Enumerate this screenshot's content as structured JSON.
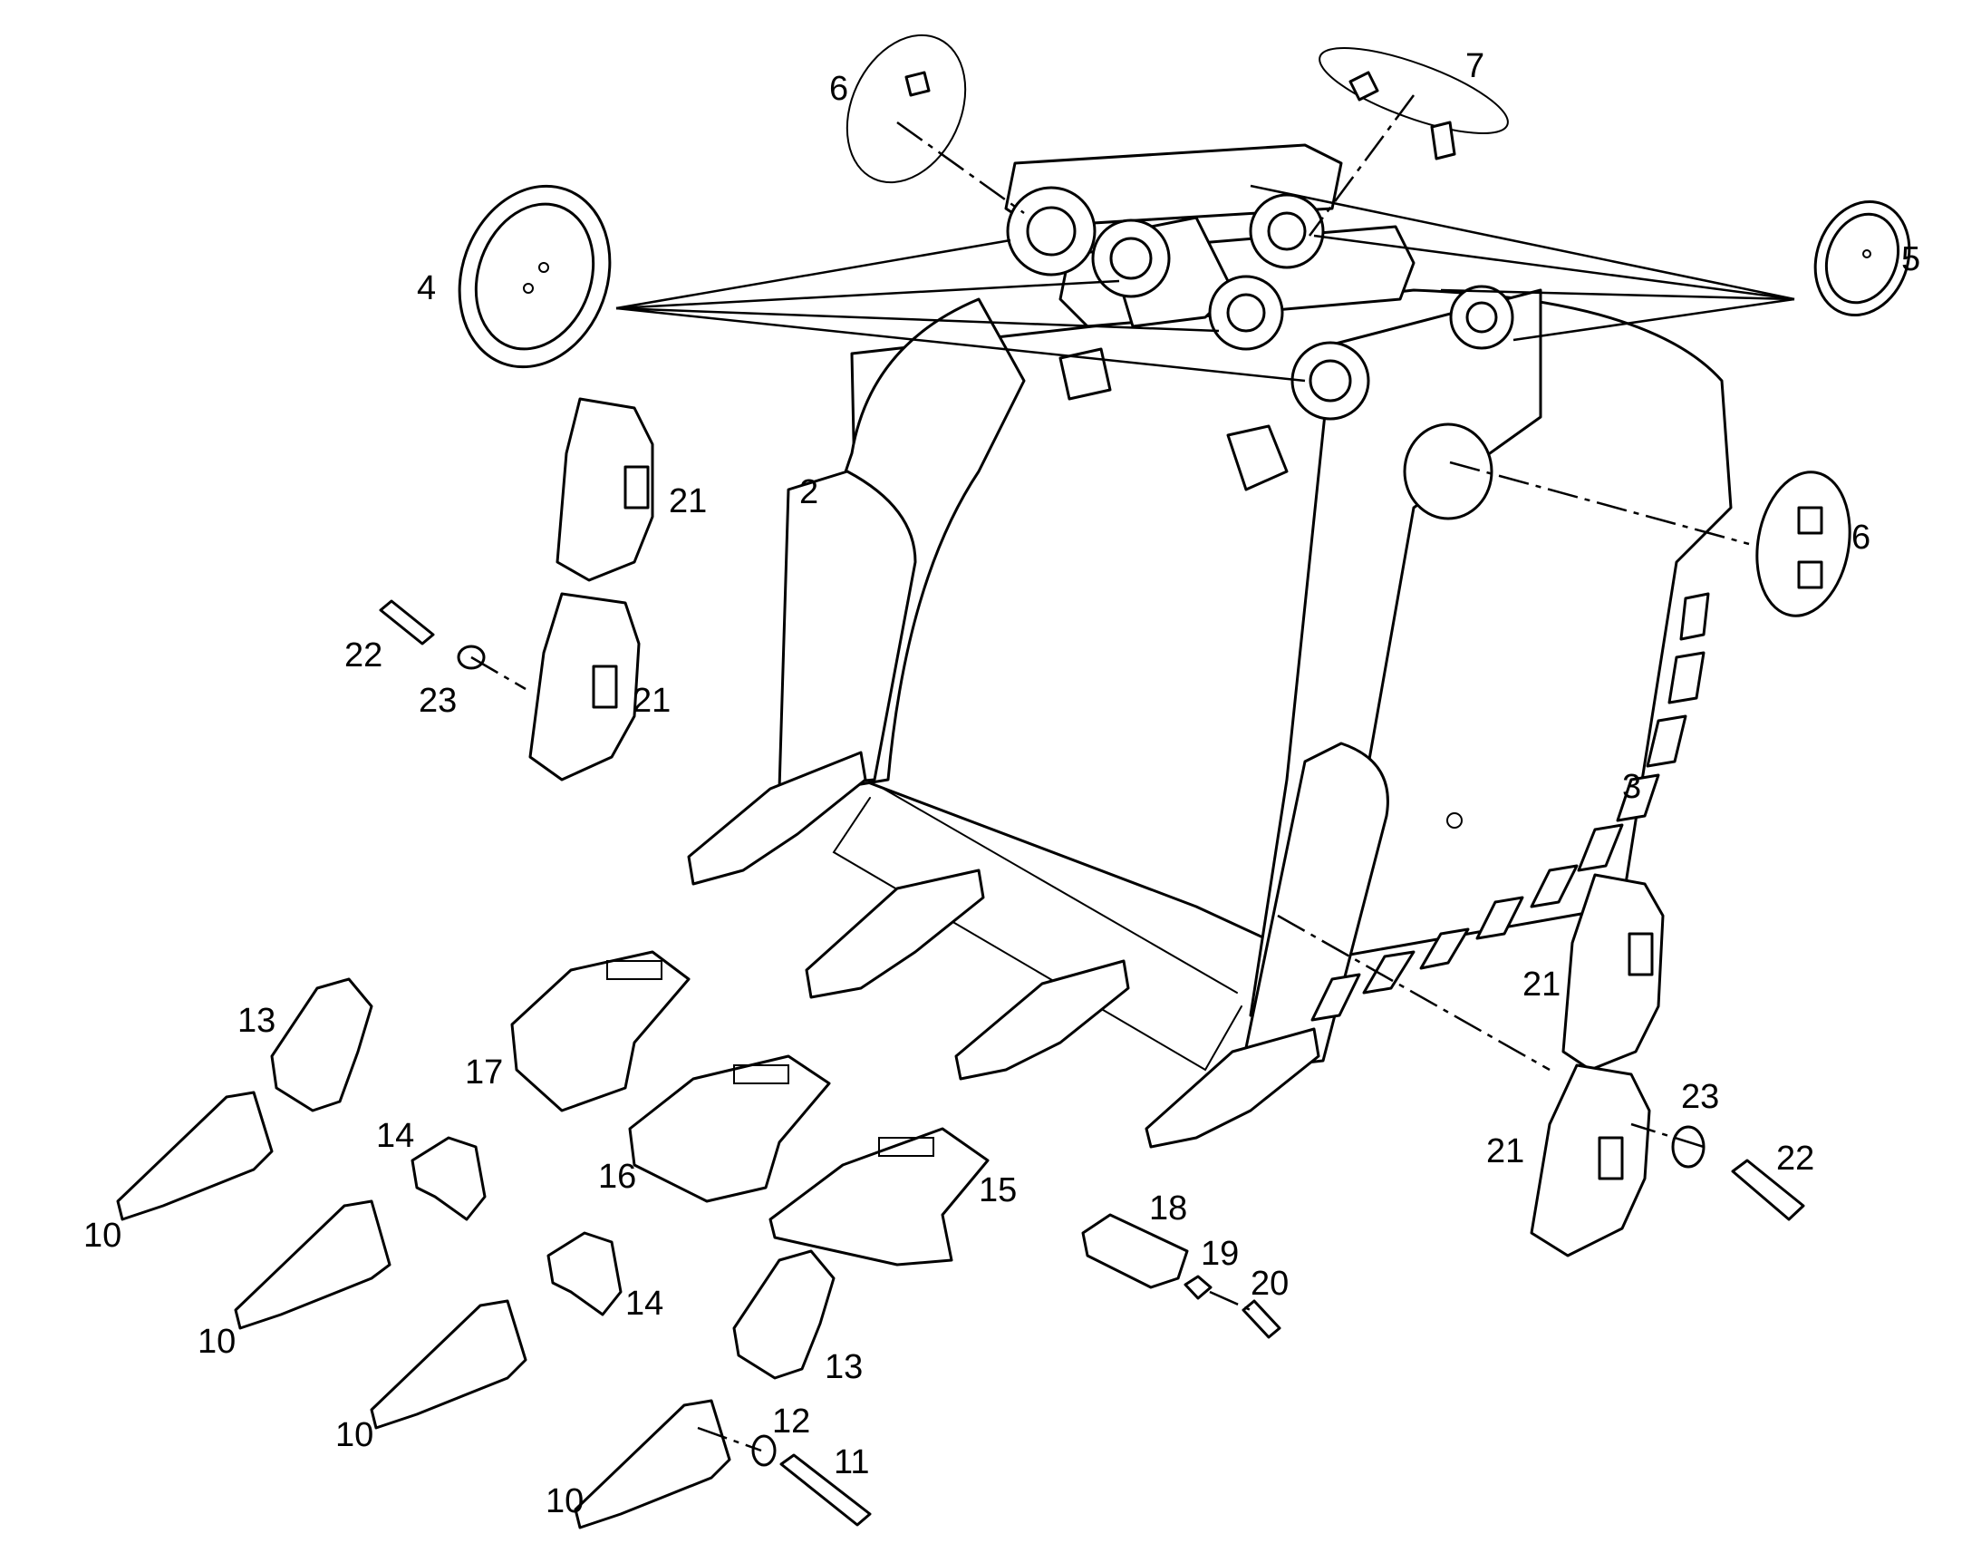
{
  "callouts": [
    {
      "id": "4",
      "text": "4"
    },
    {
      "id": "5",
      "text": "5"
    },
    {
      "id": "6a",
      "text": "6"
    },
    {
      "id": "6b",
      "text": "6"
    },
    {
      "id": "7",
      "text": "7"
    },
    {
      "id": "2",
      "text": "2"
    },
    {
      "id": "3",
      "text": "3"
    },
    {
      "id": "21a",
      "text": "21"
    },
    {
      "id": "21b",
      "text": "21"
    },
    {
      "id": "21c",
      "text": "21"
    },
    {
      "id": "21d",
      "text": "21"
    },
    {
      "id": "22a",
      "text": "22"
    },
    {
      "id": "22b",
      "text": "22"
    },
    {
      "id": "23a",
      "text": "23"
    },
    {
      "id": "23b",
      "text": "23"
    },
    {
      "id": "13a",
      "text": "13"
    },
    {
      "id": "13b",
      "text": "13"
    },
    {
      "id": "14a",
      "text": "14"
    },
    {
      "id": "14b",
      "text": "14"
    },
    {
      "id": "17",
      "text": "17"
    },
    {
      "id": "16",
      "text": "16"
    },
    {
      "id": "15",
      "text": "15"
    },
    {
      "id": "18",
      "text": "18"
    },
    {
      "id": "19",
      "text": "19"
    },
    {
      "id": "20",
      "text": "20"
    },
    {
      "id": "10a",
      "text": "10"
    },
    {
      "id": "10b",
      "text": "10"
    },
    {
      "id": "10c",
      "text": "10"
    },
    {
      "id": "10d",
      "text": "10"
    },
    {
      "id": "12",
      "text": "12"
    },
    {
      "id": "11",
      "text": "11"
    }
  ],
  "icons": {
    "bucket": "excavator-bucket-icon",
    "cover_disc": "cover-disc-icon",
    "tooth": "bucket-tooth-icon",
    "adapter": "tooth-adapter-icon",
    "shroud": "lip-shroud-icon",
    "wear_plate": "wear-plate-icon",
    "pin": "retaining-pin-icon",
    "washer": "washer-icon"
  }
}
